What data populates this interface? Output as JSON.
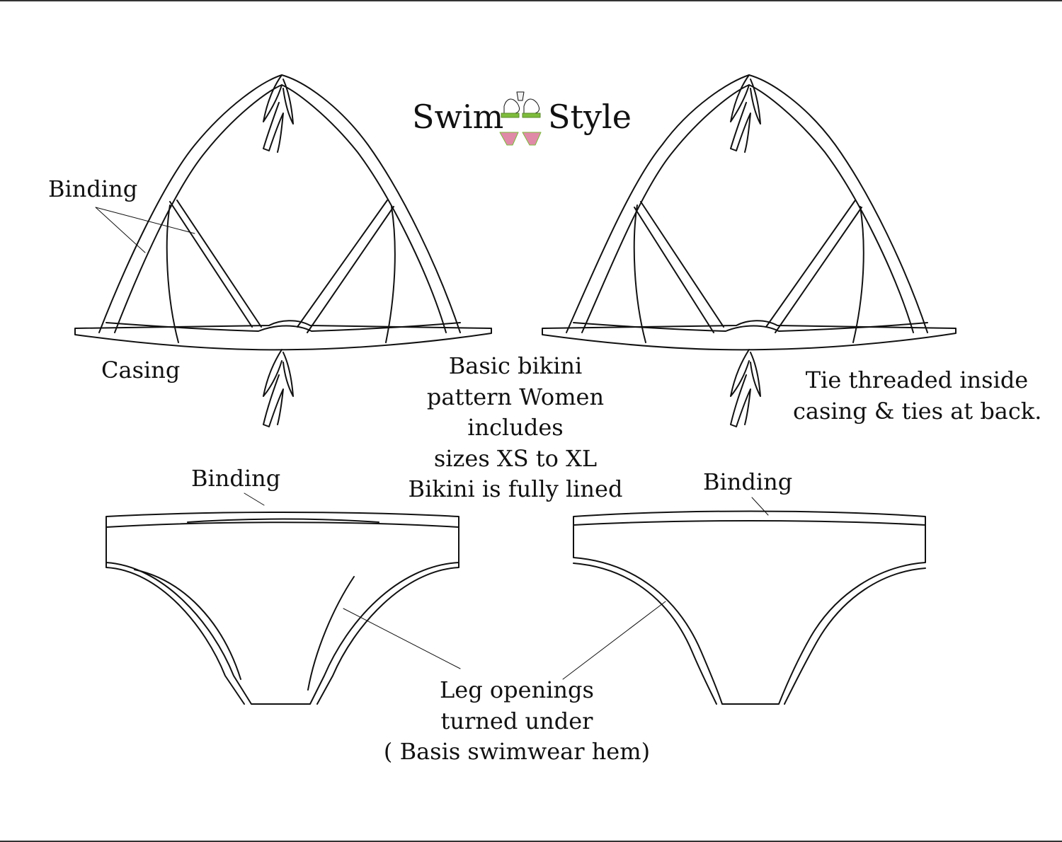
{
  "logo": {
    "left_word": "Swim",
    "right_word": "Style",
    "icon": "bikini-icon",
    "icon_colors": [
      "#7dbb3c",
      "#e08aa8",
      "#f2f2f2"
    ]
  },
  "top_left": {
    "label_binding": "Binding",
    "label_casing": "Casing"
  },
  "center_text": {
    "lines": [
      "Basic bikini",
      "pattern Women",
      "includes",
      "sizes XS to XL",
      "Bikini is fully lined"
    ]
  },
  "top_right": {
    "note_lines": [
      "Tie threaded inside",
      "casing & ties at back."
    ]
  },
  "bottom_left": {
    "label_binding": "Binding"
  },
  "bottom_right": {
    "label_binding": "Binding"
  },
  "bottom_note": {
    "lines": [
      "Leg openings",
      "turned under",
      "( Basis swimwear hem)"
    ]
  },
  "style": {
    "stroke": "#111111",
    "background": "#ffffff"
  }
}
